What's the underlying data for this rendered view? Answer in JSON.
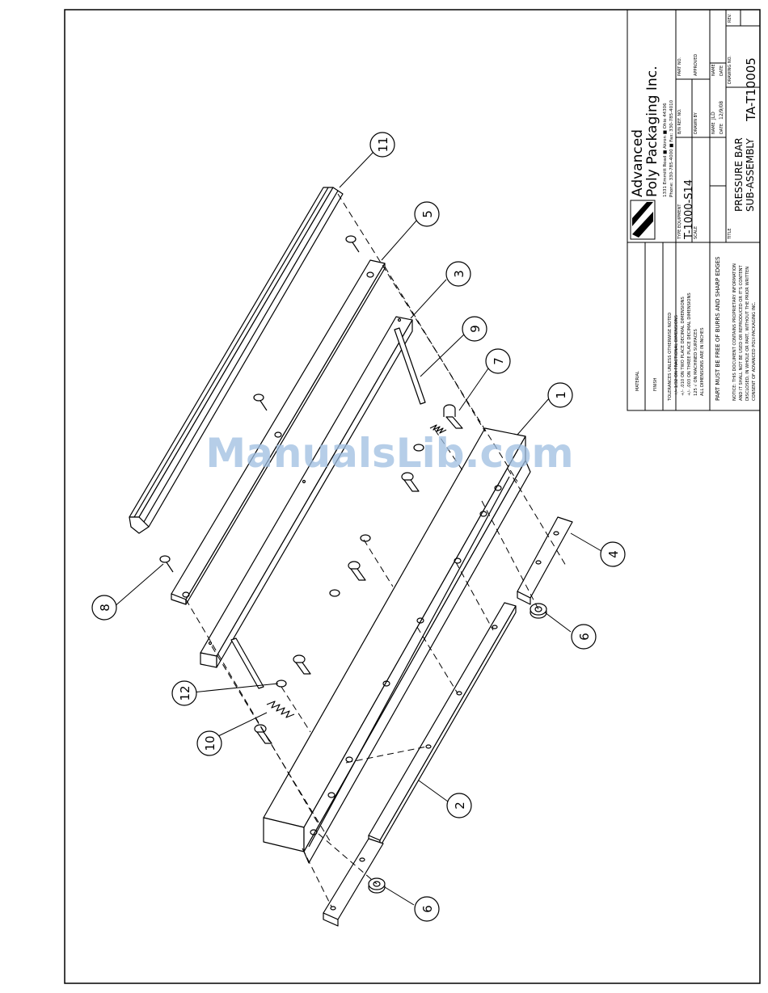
{
  "company": {
    "line1": "Advanced",
    "line2": "Poly Packaging Inc.",
    "address": "1331 Emmitt Road ■ Akron ■ Ohio 44306",
    "contact": "Phone: 330-785-4000 ■ Fax: 330-785-4010"
  },
  "title_block": {
    "type_equipment_label": "TYPE EQUIPMENT",
    "type_equipment_value": "T-1000-S14",
    "bn_ref_label": "B/N REF. NO.",
    "part_no_label": "PART NO.",
    "scale_label": "SCALE",
    "drawn_by_label": "DRAWN BY",
    "approved_label": "APPROVED",
    "name_label": "NAME",
    "name_value": "JLD",
    "date_label": "DATE",
    "date_value": "12/9/08",
    "title_label": "TITLE",
    "title_line1": "PRESSURE BAR",
    "title_line2": "SUB-ASSEMBLY",
    "drawing_no_label": "DRAWING NO.",
    "drawing_no_value": "TA-T10005",
    "rev_label": "REV.",
    "material_label": "MATERIAL",
    "finish_label": "FINISH"
  },
  "notes": {
    "tol_title": "TOLERANCES UNLESS OTHERWISE NOTED",
    "tol1": "+/- 1/32 ON FRACTIONAL DIMENSIONS",
    "tol2": "+/- .010 ON TWO PLACE DECIMAL DIMENSIONS",
    "tol3": "+/- .003 ON THREE PLACE DECIMAL DIMENSIONS",
    "tol4": "125 √ ON MACHINED SURFACES",
    "tol5": "ALL DIMENSIONS ARE IN INCHES",
    "burrs": "PART MUST BE FREE OF BURRS AND SHARP EDGES",
    "notice1": "NOTICE: THIS DOCUMENT CONTAINS PROPRIETARY INFORMATION",
    "notice2": "AND IT SHALL NOT BE USED OR REPRODUCED OR IT'S CONTENT",
    "notice3": "DISCLOSED, IN WHOLE OR PART, WITHOUT THE PRIOR WRITTEN",
    "notice4": "CONSENT OF ADVANCED POLY-PACKAGING INC."
  },
  "balloons": {
    "b1": "1",
    "b2": "2",
    "b3": "3",
    "b4": "4",
    "b5": "5",
    "b6a": "6",
    "b6b": "6",
    "b7": "7",
    "b8": "8",
    "b9": "9",
    "b10": "10",
    "b11": "11",
    "b12": "12"
  },
  "watermark": "ManualsLib.com"
}
